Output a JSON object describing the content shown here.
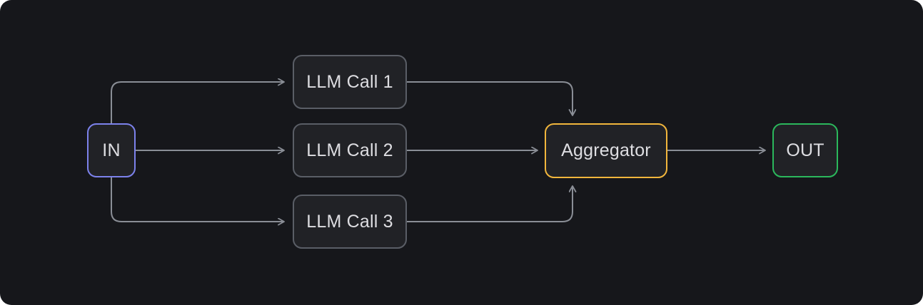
{
  "diagram": {
    "nodes": [
      {
        "id": "in",
        "label": "IN",
        "border_color": "#7C82EC"
      },
      {
        "id": "llm1",
        "label": "LLM Call 1",
        "border_color": "#5A5E66"
      },
      {
        "id": "llm2",
        "label": "LLM Call 2",
        "border_color": "#5A5E66"
      },
      {
        "id": "llm3",
        "label": "LLM Call 3",
        "border_color": "#5A5E66"
      },
      {
        "id": "aggregator",
        "label": "Aggregator",
        "border_color": "#F2B63C"
      },
      {
        "id": "out",
        "label": "OUT",
        "border_color": "#2BB85C"
      }
    ],
    "edges": [
      {
        "from": "IN",
        "to": "LLM Call 1"
      },
      {
        "from": "IN",
        "to": "LLM Call 2"
      },
      {
        "from": "IN",
        "to": "LLM Call 3"
      },
      {
        "from": "LLM Call 1",
        "to": "Aggregator"
      },
      {
        "from": "LLM Call 2",
        "to": "Aggregator"
      },
      {
        "from": "LLM Call 3",
        "to": "Aggregator"
      },
      {
        "from": "Aggregator",
        "to": "OUT"
      }
    ],
    "colors": {
      "background": "#16171B",
      "node_fill": "#212226",
      "node_border_default": "#5A5E66",
      "in_border": "#7C82EC",
      "aggregator_border": "#F2B63C",
      "out_border": "#2BB85C",
      "arrow": "#8A8E96",
      "text": "#DEDEE2"
    }
  }
}
